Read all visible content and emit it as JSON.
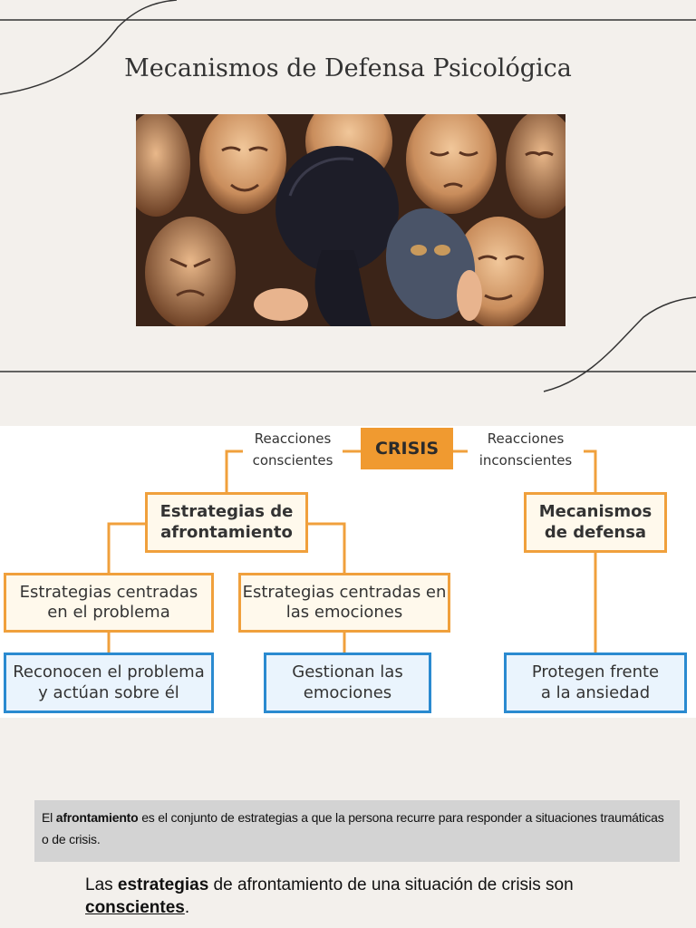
{
  "slide": {
    "title": "Mecanismos de Defensa Psicológica",
    "hero_image": "masks-illustration"
  },
  "diagram": {
    "root": "CRISIS",
    "left_edge_label": [
      "Reacciones",
      "conscientes"
    ],
    "right_edge_label": [
      "Reacciones",
      "inconscientes"
    ],
    "coping": [
      "Estrategias de",
      "afrontamiento"
    ],
    "defense": [
      "Mecanismos",
      "de defensa"
    ],
    "problem_focused": [
      "Estrategias centradas",
      "en el problema"
    ],
    "emotion_focused": [
      "Estrategias centradas en",
      "las emociones"
    ],
    "problem_outcome": [
      "Reconocen el problema",
      "y actúan sobre él"
    ],
    "emotion_outcome": [
      "Gestionan las",
      "emociones"
    ],
    "defense_outcome": [
      "Protegen frente",
      "a la ansiedad"
    ],
    "colors": {
      "orange": "#f0a03c",
      "blue": "#2a8ad0"
    }
  },
  "definition": {
    "prefix": "El ",
    "term": "afrontamiento",
    "rest": " es el conjunto de estrategias a que la persona recurre para responder a situaciones traumáticas o de crisis."
  },
  "statement": {
    "part1": "Las ",
    "bold1": "estrategias",
    "part2": " de afrontamiento de una situación de crisis son ",
    "bold2": "conscientes",
    "part3": "."
  }
}
